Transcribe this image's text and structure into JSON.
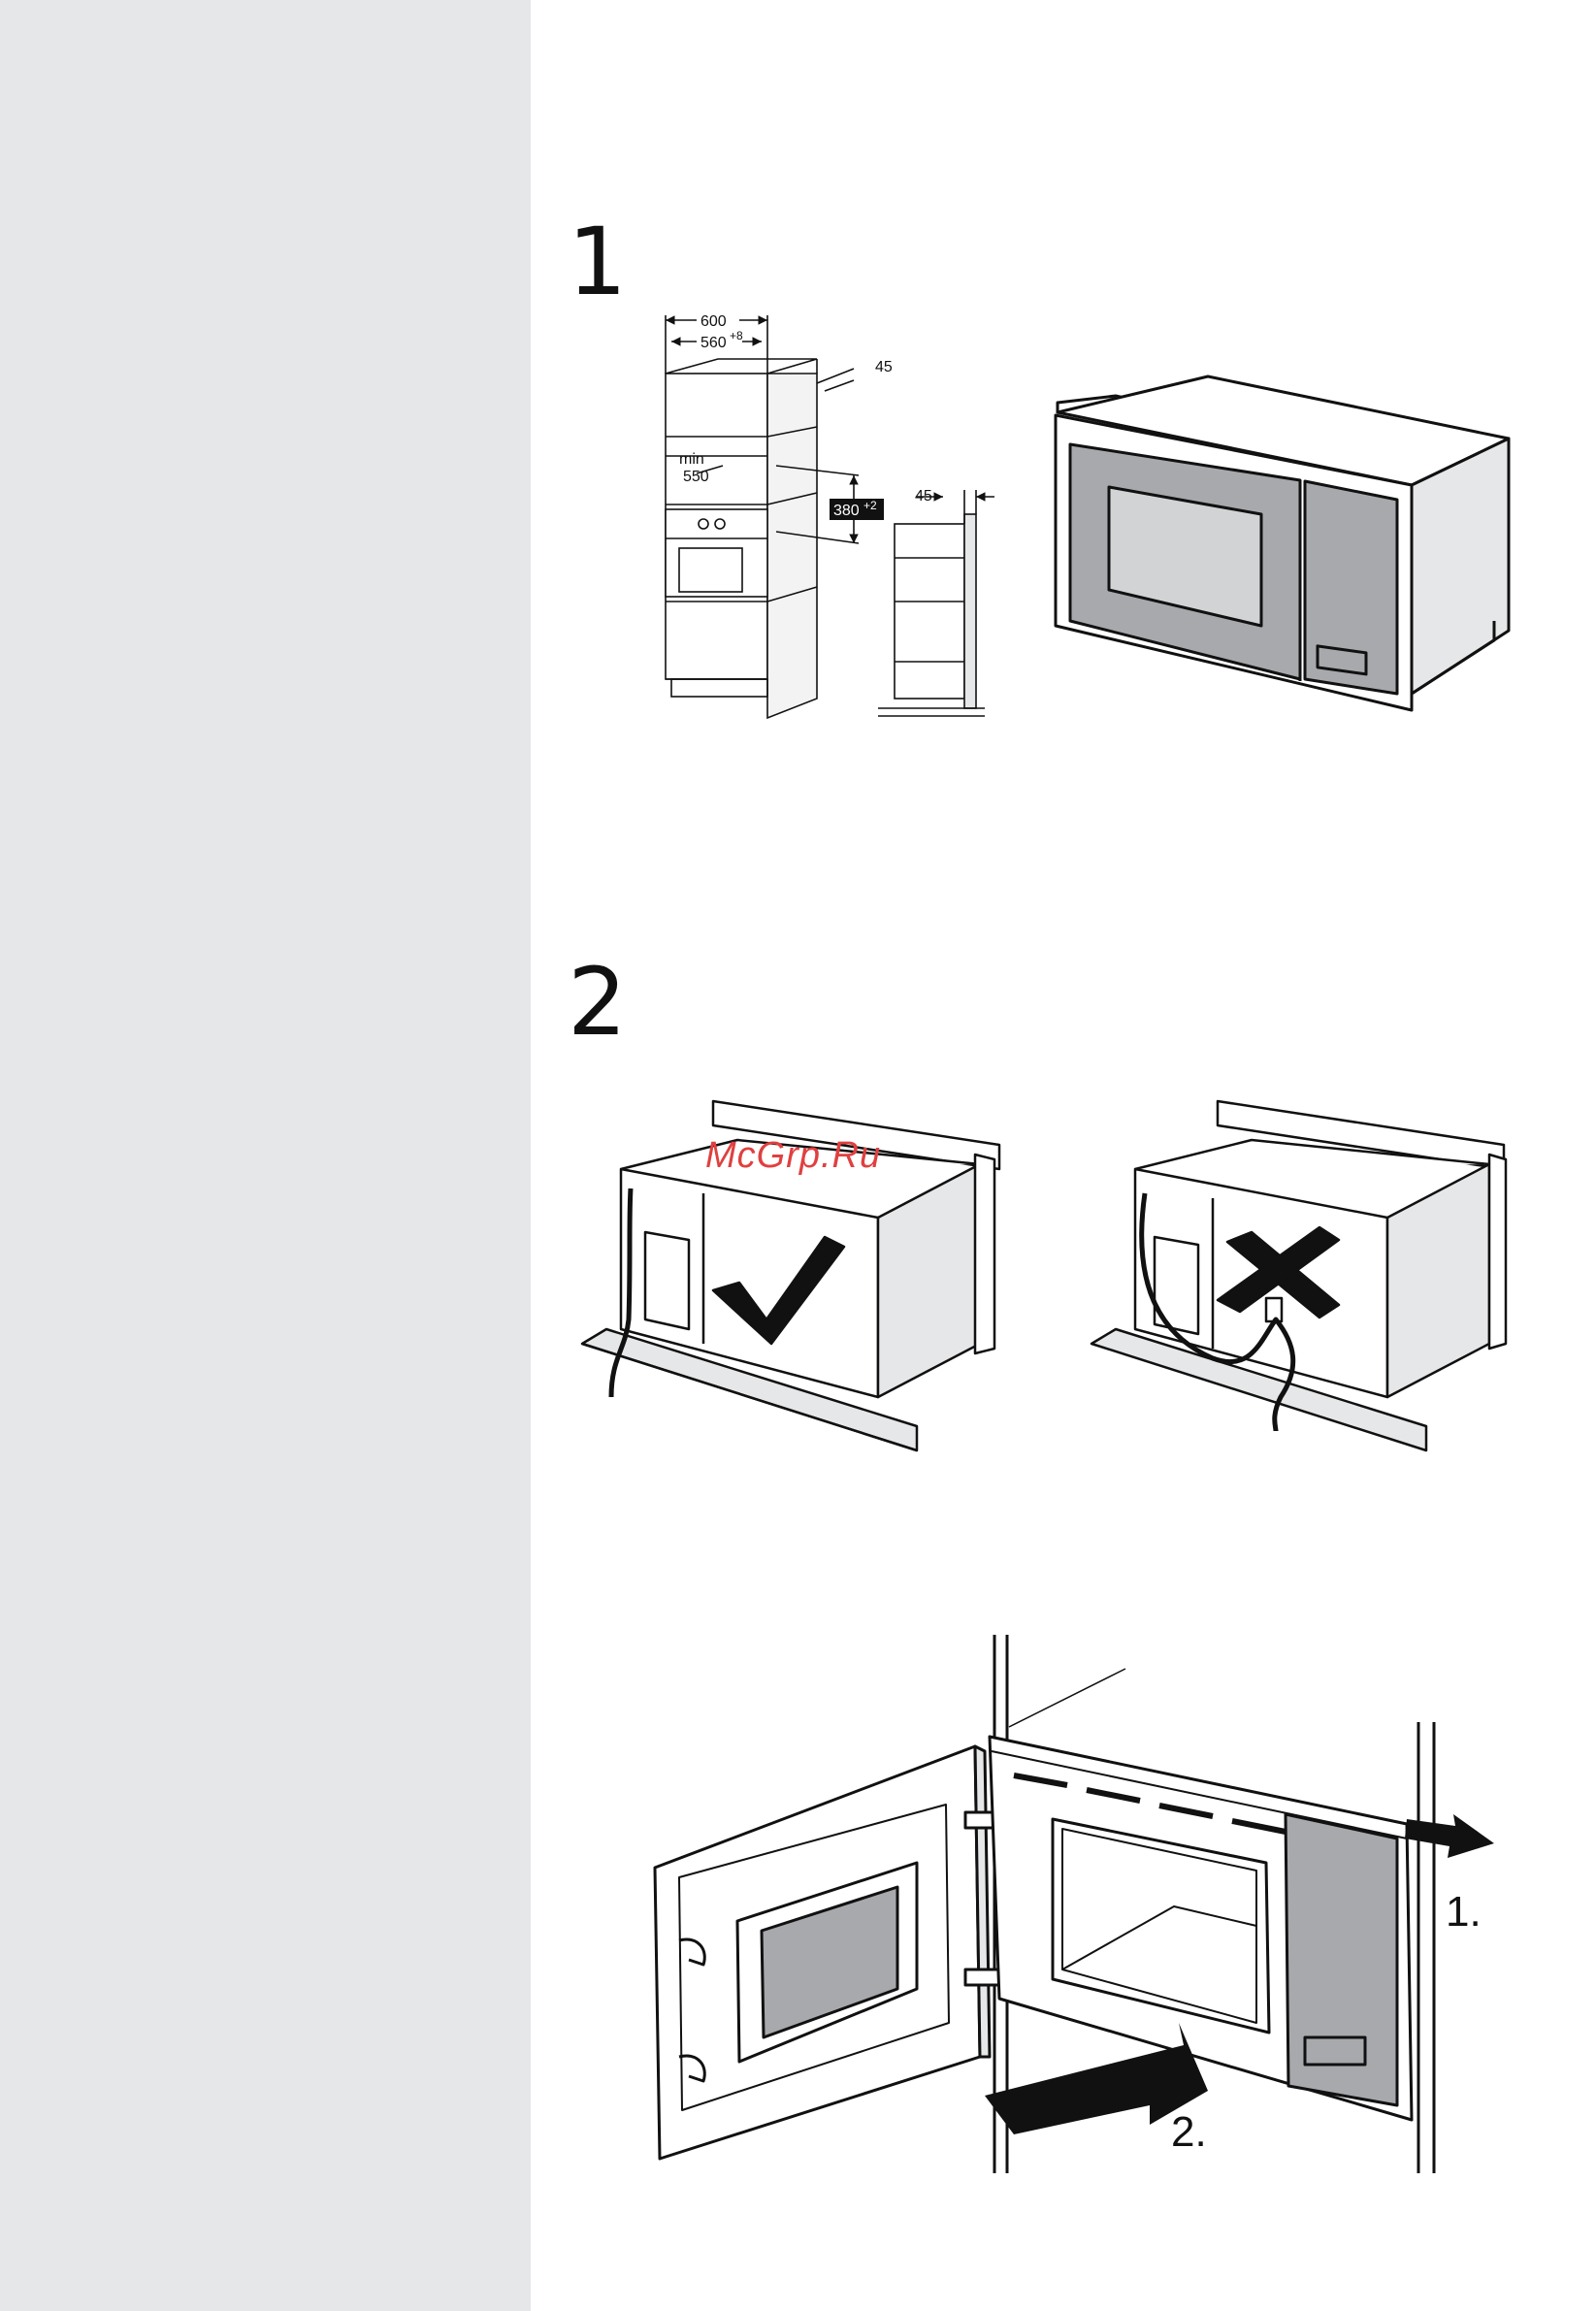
{
  "page": {
    "watermark": "McGrp.Ru"
  },
  "steps": [
    {
      "number": "1"
    },
    {
      "number": "2"
    }
  ],
  "step1": {
    "dim_600": "600",
    "dim_560": "560",
    "dim_560_tol": "+8",
    "dim_45_top": "45",
    "dim_min": "min",
    "dim_550": "550",
    "dim_380": "380",
    "dim_380_tol": "+2",
    "dim_45_side": "45"
  },
  "step3": {
    "label_1": "1.",
    "label_2": "2."
  },
  "colors": {
    "sidebar": "#e6e7e8",
    "panel_gray": "#a7a9ac",
    "window_gray": "#d1d3d4",
    "side_gray": "#e6e7e8",
    "ink": "#111111",
    "watermark": "#e04040"
  }
}
